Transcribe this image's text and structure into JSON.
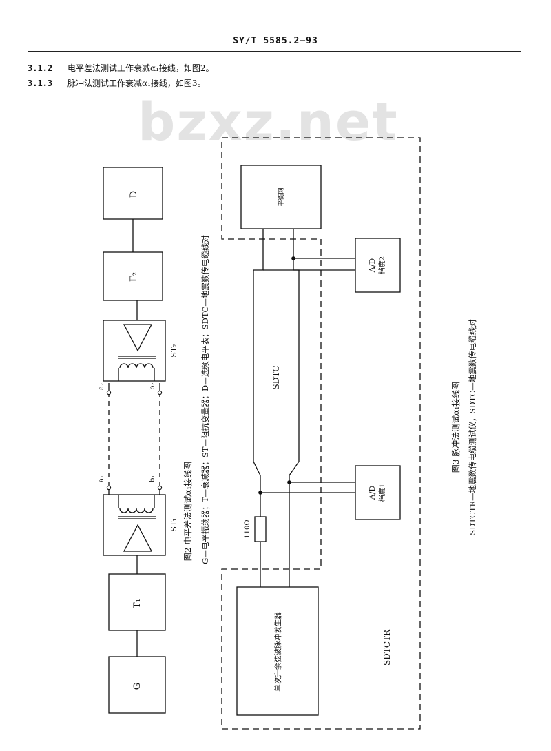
{
  "header": {
    "title": "SY/T 5585.2—93"
  },
  "watermark": "bzxz.net",
  "paragraphs": [
    {
      "num": "3.1.2",
      "text": "电平差法测试工作衰减α₁接线，如图2。"
    },
    {
      "num": "3.1.3",
      "text": "脉冲法测试工作衰减α₁接线，如图3。"
    }
  ],
  "fig2": {
    "blocks": {
      "G": "G",
      "T1": "T₁",
      "ST1": "ST₁",
      "ST2": "ST₂",
      "G2": "Γ₂",
      "D": "D"
    },
    "terminals": {
      "a1": "a₁",
      "b1": "b₁",
      "a2": "a₂",
      "b2": "b₂"
    },
    "caption": "图2  电平差法测试α₁接线图",
    "legend": "G—电平振荡器；T—衰减器；ST—阻抗变量器；D—选频电平表；SDTC—地震数传电缆线对"
  },
  "fig3": {
    "blocks": {
      "balance": "平衡网",
      "ad2_line1": "A/D",
      "ad2_line2": "档度2",
      "ad1_line1": "A/D",
      "ad1_line2": "档度1",
      "generator": "单次升余弦波脉冲发生器",
      "resistor": "110Ω"
    },
    "sdtc": "SDTC",
    "sdtctr": "SDTCTR",
    "caption": "图3  脉冲法测试α₁接线图",
    "legend": "SDTCTR—地震数传电缆测试仪，SDTC—地震数传电缆线对"
  }
}
